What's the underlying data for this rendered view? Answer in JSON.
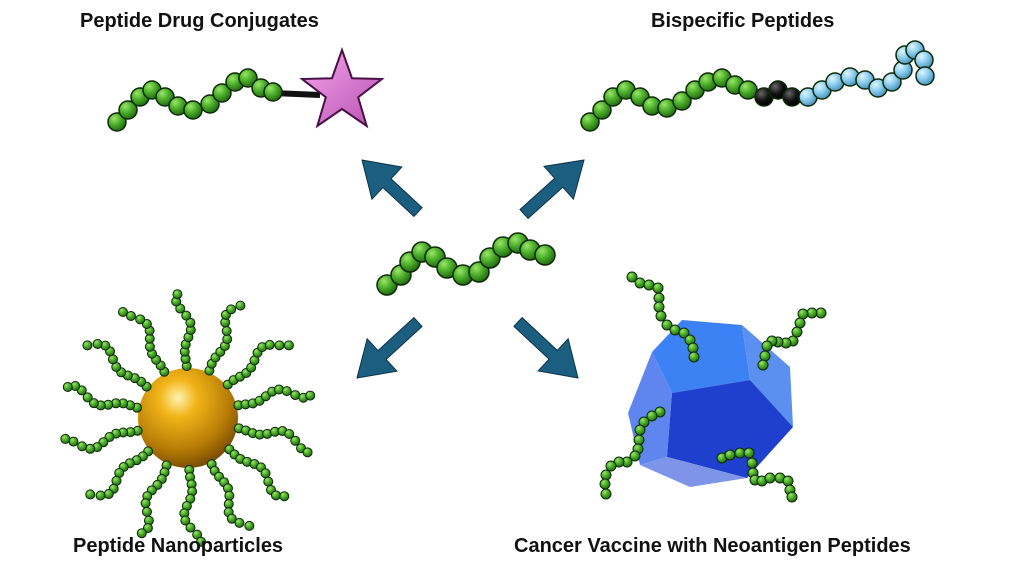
{
  "labels": {
    "top_left": "Peptide Drug Conjugates",
    "top_right": "Bispecific Peptides",
    "bottom_left": "Peptide Nanoparticles",
    "bottom_right": "Cancer Vaccine with Neoantigen Peptides"
  },
  "colors": {
    "peptide_bead": "#4caf2a",
    "arrow": "#1b5e80",
    "drug_star": "#d070c8",
    "linker": "#111111",
    "second_peptide": "#8fd0f0",
    "nanoparticle": "#d4960a",
    "vaccine_particle": "#2f63e0"
  },
  "icons": [
    "peptide-chain",
    "arrow",
    "star",
    "gold-nanoparticle",
    "polyhedron-particle"
  ]
}
